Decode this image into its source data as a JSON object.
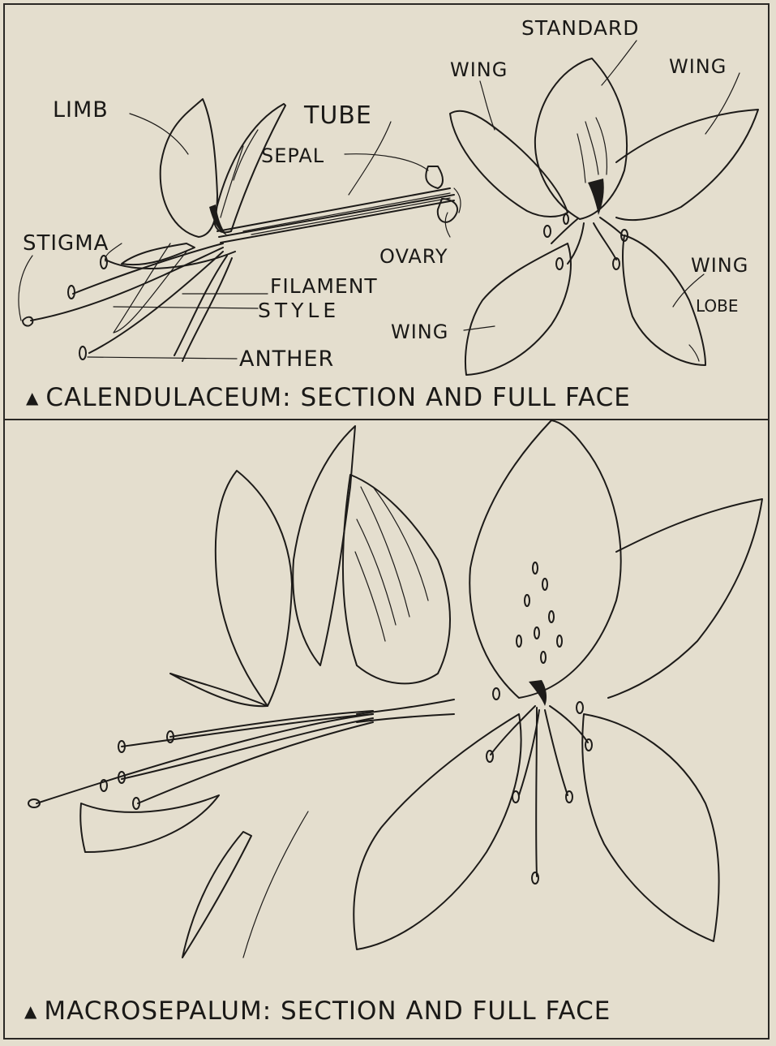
{
  "top_diagram": {
    "labels": {
      "standard": "STANDARD",
      "wing_top_left": "WING",
      "wing_top_right": "WING",
      "limb": "LIMB",
      "tube": "TUBE",
      "sepal": "SEPAL",
      "stigma": "STIGMA",
      "ovary": "OVARY",
      "filament": "FILAMENT",
      "style": "STYLE",
      "anther": "ANTHER",
      "wing_right": "WING",
      "lobe": "LOBE",
      "wing_bottom": "WING"
    },
    "caption": "CALENDULACEUM: SECTION AND FULL FACE"
  },
  "bottom_diagram": {
    "caption": "MACROSEPALUM: SECTION AND FULL FACE"
  },
  "caption_marker": "▲"
}
